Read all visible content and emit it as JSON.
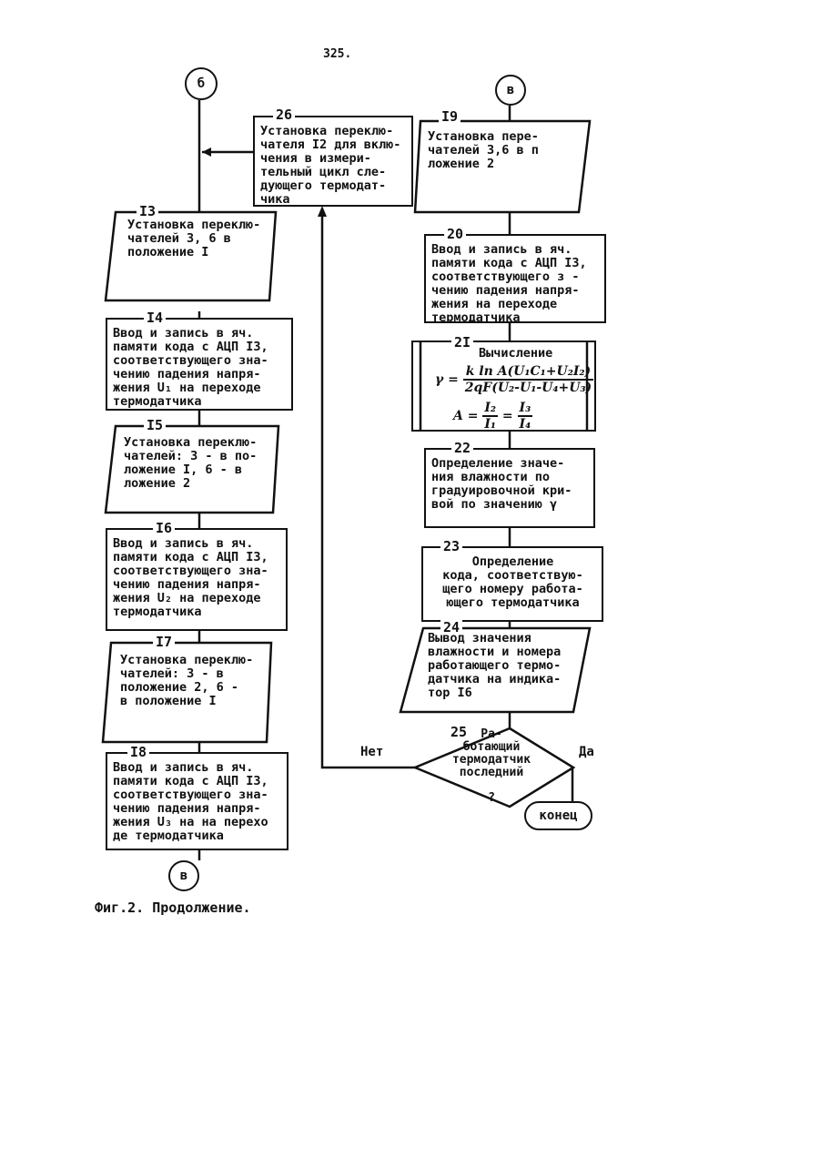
{
  "page_number": "325.",
  "connectors": {
    "b_top": "б",
    "v_top": "в",
    "v_bottom": "в"
  },
  "blocks": {
    "b26": {
      "num": "26",
      "text": "Установка переклю-\nчателя I2 для вклю-\nчения в измери-\nтельный цикл сле-\nдующего термодат-\nчика"
    },
    "b13": {
      "num": "I3",
      "text": "Установка переклю-\nчателей 3, 6 в\nположение I"
    },
    "b14": {
      "num": "I4",
      "text": "Ввод и запись в яч.\nпамяти кода с АЦП I3,\nсоответствующего зна-\nчению падения напря-\nжения U₁ на переходе\nтермодатчика"
    },
    "b15": {
      "num": "I5",
      "text": "Установка переклю-\nчателей: 3 - в по-\nложение I, 6 - в\nложение 2"
    },
    "b16": {
      "num": "I6",
      "text": "Ввод и запись в яч.\nпамяти кода с АЦП I3,\nсоответствующего зна-\nчению падения напря-\nжения U₂ на переходе\nтермодатчика"
    },
    "b17": {
      "num": "I7",
      "text": "Установка переклю-\nчателей: 3 - в\nположение 2, 6 -\nв положение I"
    },
    "b18": {
      "num": "I8",
      "text": "Ввод и запись в яч.\nпамяти кода с АЦП I3,\nсоответствующего зна-\nчению падения напря-\nжения U₃ на на перехо\nде термодатчика"
    },
    "b19": {
      "num": "I9",
      "text": "Установка пере-\nчателей 3,6 в п\nложение 2"
    },
    "b20": {
      "num": "20",
      "text": "Ввод и запись в яч.\nпамяти кода с АЦП I3,\nсоответствующего з -\nчению падения напря-\nжения   на переходе\nтермодатчика"
    },
    "b21": {
      "num": "2I",
      "title": "Вычисление",
      "f1_lhs": "γ =",
      "f1_num": "k ln A(U₁C₁+U₂I₂)",
      "f1_den": "2qF(U₂-U₁-U₄+U₃)",
      "f2_lhs": "A =",
      "f2_n1": "I₂",
      "f2_d1": "I₁",
      "f2_eq": "=",
      "f2_n2": "I₃",
      "f2_d2": "I₄"
    },
    "b22": {
      "num": "22",
      "text": "Определение значе-\nния влажности по\nградуировочной кри-\nвой по значению γ"
    },
    "b23": {
      "num": "23",
      "text": "Определение\nкода, соответствую-\nщего номеру работа-\nющего термодатчика"
    },
    "b24": {
      "num": "24",
      "text": "Вывод значения\nвлажности и номера\nработающего термо-\nдатчика на индика-\nтор I6"
    },
    "b25": {
      "num": "25",
      "text": "Ра-\nботающий\nтермодатчик\nпоследний\n\n?"
    }
  },
  "labels": {
    "no": "Нет",
    "yes": "Да",
    "end": "конец"
  },
  "caption": "Фиг.2. Продолжение."
}
